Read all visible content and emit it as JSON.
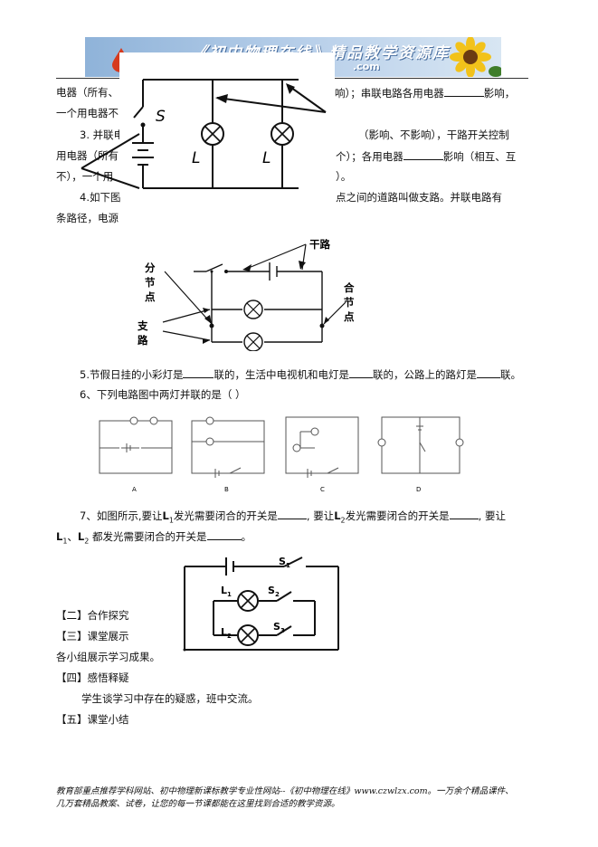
{
  "banner": {
    "title": "《初中物理在线》精品教学资源库",
    "url": ".com"
  },
  "para": {
    "l1a": "电器（所有、",
    "l1b": "响）；串联电路各用电器",
    "l1c": "影响，",
    "l2a": "一个用电器不",
    "l3a": "3. 并联电",
    "l3b": "（影响、不影响），干路开关控制",
    "l4a": "用电器（所有",
    "l4b": "个）；各用电器",
    "l4c": "影响（相互、互",
    "l5a": "不），一个用",
    "l5b": "）。",
    "l6a": "4.如下图",
    "l6b": "点之间的道路叫做支路。并联电路有",
    "l7a": "条路径，电源"
  },
  "fig_top": {
    "label_s": "S",
    "label_l1": "L",
    "label_l2": "L"
  },
  "fig_labels": {
    "ganlu": "干路",
    "fen": "分",
    "jie": "节",
    "dian": "点",
    "he": "合",
    "jie2": "节",
    "dian2": "点",
    "zhi": "支",
    "lu": "路"
  },
  "q5": {
    "a": "5.节假日挂的小彩灯是",
    "b": "联的，生活中电视机和电灯是",
    "c": "联的，公路上的路灯是",
    "d": "联。"
  },
  "q6": {
    "text": "6、下列电路图中两灯并联的是（          ）",
    "opts": [
      "A",
      "B",
      "C",
      "D"
    ]
  },
  "q7": {
    "a": "7、如图所示,要让",
    "b": "发光需要闭合的开关是",
    "c": ", 要让",
    "d": "发光需要闭合的开关是",
    "e": ", 要让",
    "f": "、",
    "g": "都发光需要闭合的开关是",
    "h": "。",
    "L": "L",
    "sub1": "1",
    "sub2": "2"
  },
  "fig7": {
    "s1": "S",
    "s2": "S",
    "s3": "S",
    "l1": "L",
    "l2": "L",
    "n1": "1",
    "n2": "2",
    "n3": "3"
  },
  "sections": {
    "s2": "【二】合作探究",
    "s3": "【三】课堂展示",
    "s3_text": "各小组展示学习成果。",
    "s4": "【四】感悟释疑",
    "s4_text": "学生谈学习中存在的疑惑，班中交流。",
    "s5": "【五】课堂小结"
  },
  "footer": {
    "line1": "教育部重点推荐学科网站、初中物理新课标教学专业性网站--《初中物理在线》www.czwlzx.com。一万余个精品课件、",
    "line2": "几万套精品教案、试卷，让您的每一节课都能在这里找到合适的教学资源。"
  }
}
